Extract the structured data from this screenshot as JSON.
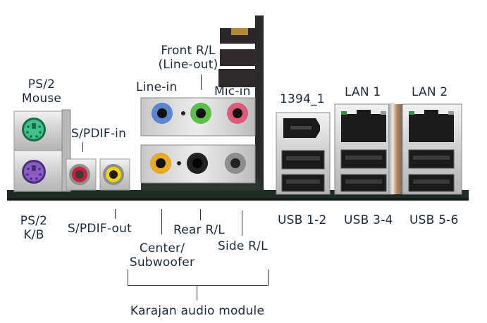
{
  "title": "Back panel I/O ports",
  "colors": {
    "ps2_mouse": "#3fbf8a",
    "ps2_kb": "#8a5cc4",
    "spdif_in": "#c8203c",
    "spdif_out": "#f2d200",
    "line_in": "#5b86cf",
    "front_rl": "#5cbf4a",
    "mic_in": "#df5a7a",
    "center_sub": "#e9a82a",
    "rear_rl": "#222222",
    "side_rl": "#8d8d8d",
    "board": "#1f2a24",
    "label_text": "#1e2a38"
  },
  "labels": {
    "ps2_mouse": [
      "PS/2",
      "Mouse"
    ],
    "ps2_kb": [
      "PS/2",
      "K/B"
    ],
    "spdif_in": "S/PDIF-in",
    "spdif_out": "S/PDIF-out",
    "line_in": "Line-in",
    "front_rl": [
      "Front R/L",
      "(Line-out)"
    ],
    "mic_in": "Mic-in",
    "center_sub": [
      "Center/",
      "Subwoofer"
    ],
    "rear_rl": "Rear R/L",
    "side_rl": "Side R/L",
    "ieee1394": "1394_1",
    "lan1": "LAN 1",
    "lan2": "LAN 2",
    "usb12": "USB 1-2",
    "usb34": "USB 3-4",
    "usb56": "USB 5-6",
    "karajan": "Karajan audio module"
  }
}
